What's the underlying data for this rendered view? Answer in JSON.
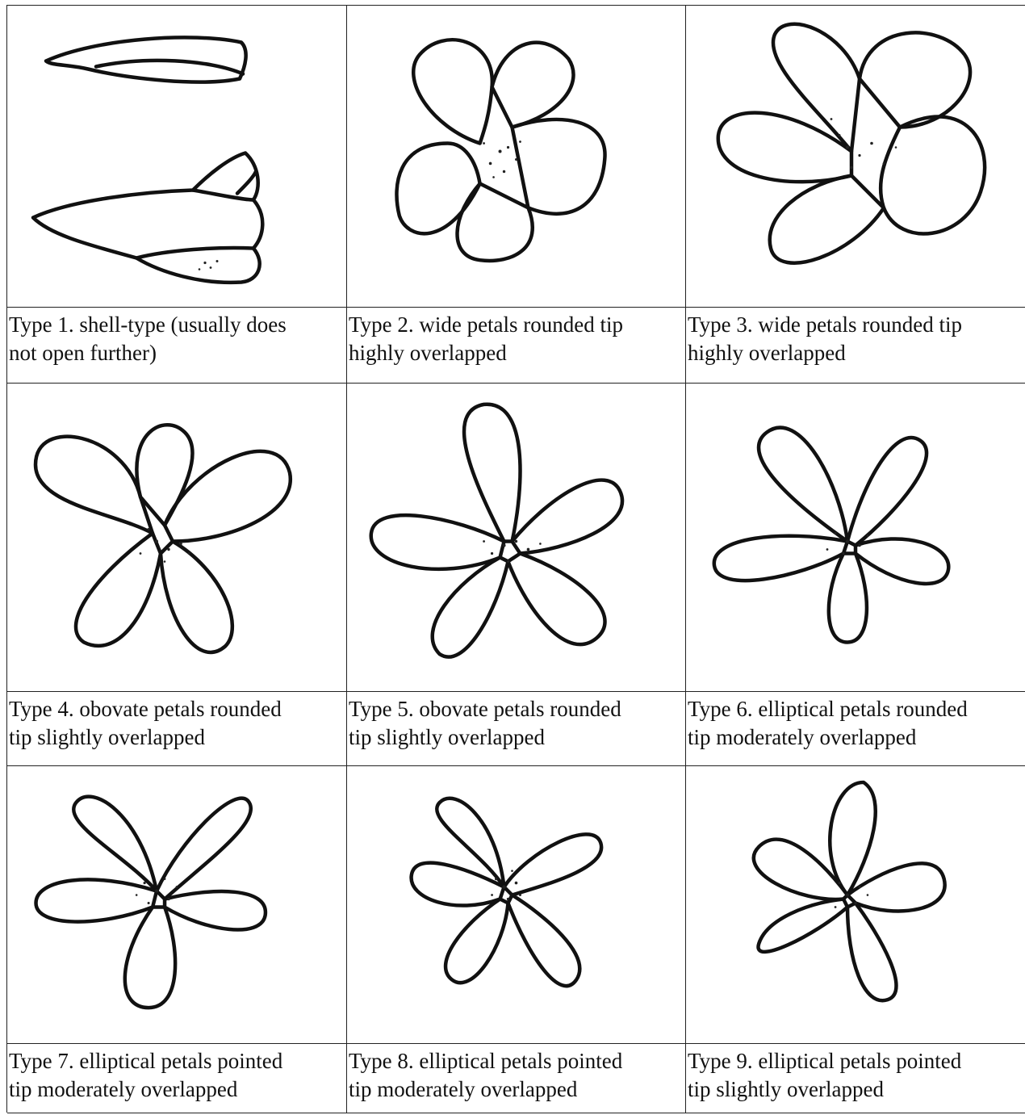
{
  "colors": {
    "line": "#111111",
    "background": "#ffffff"
  },
  "types": [
    {
      "id": "type-1",
      "caption_l1": "Type 1. shell-type (usually does",
      "caption_l2": "not open further)",
      "shape": "shell"
    },
    {
      "id": "type-2",
      "caption_l1": "Type 2. wide petals rounded tip",
      "caption_l2": "highly overlapped",
      "shape": "wide-overlapped"
    },
    {
      "id": "type-3",
      "caption_l1": "Type 3. wide petals rounded tip",
      "caption_l2": "highly overlapped",
      "shape": "wide-overlapped"
    },
    {
      "id": "type-4",
      "caption_l1": "Type 4. obovate petals rounded",
      "caption_l2": "tip slightly overlapped",
      "shape": "obovate"
    },
    {
      "id": "type-5",
      "caption_l1": "Type 5. obovate petals rounded",
      "caption_l2": "tip slightly overlapped",
      "shape": "obovate"
    },
    {
      "id": "type-6",
      "caption_l1": "Type 6. elliptical petals rounded",
      "caption_l2": "tip moderately overlapped",
      "shape": "elliptical-rounded"
    },
    {
      "id": "type-7",
      "caption_l1": "Type 7. elliptical petals pointed",
      "caption_l2": "tip moderately overlapped",
      "shape": "elliptical-pointed"
    },
    {
      "id": "type-8",
      "caption_l1": "Type 8. elliptical petals pointed",
      "caption_l2": "tip moderately overlapped",
      "shape": "elliptical-pointed"
    },
    {
      "id": "type-9",
      "caption_l1": "Type 9. elliptical petals pointed",
      "caption_l2": "tip slightly overlapped",
      "shape": "elliptical-pointed"
    }
  ]
}
